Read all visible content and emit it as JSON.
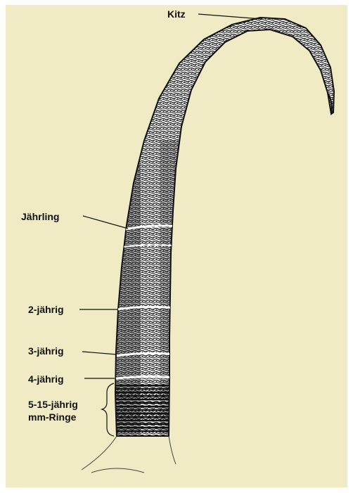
{
  "labels": {
    "kitz": "Kitz",
    "jaehrling": "Jährling",
    "zwei": "2-jährig",
    "drei": "3-jährig",
    "vier": "4-jährig",
    "mehr_line1": "5-15-jährig",
    "mehr_line2": "mm-Ringe"
  },
  "colors": {
    "panel_background": "#f1ebc5",
    "horn_dark": "#111111",
    "horn_light": "#ffffff",
    "label_text": "#111111"
  },
  "diagram": {
    "subject": "chamois horn with age growth rings",
    "icons": [
      "horn-illustration"
    ]
  }
}
